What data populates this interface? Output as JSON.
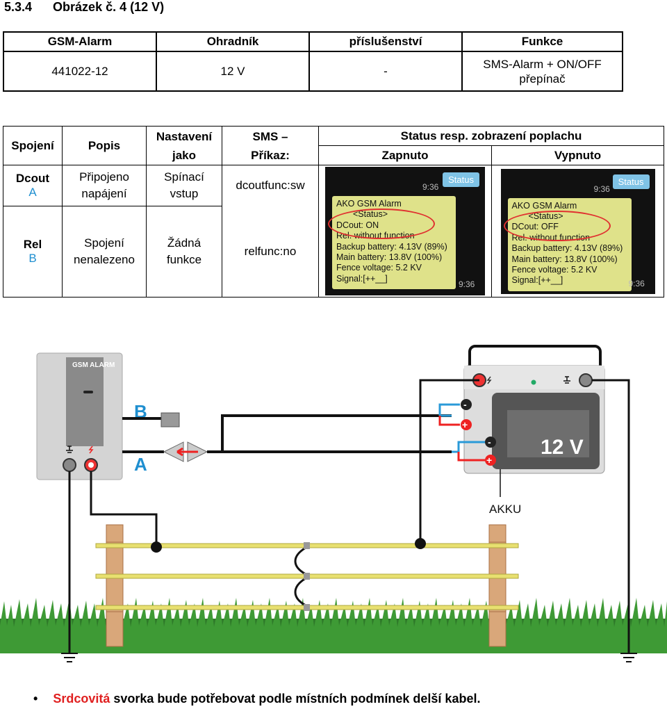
{
  "section": {
    "number": "5.3.4",
    "title": "Obrázek č. 4 (12 V)"
  },
  "table1": {
    "headers": [
      "GSM-Alarm",
      "Ohradník",
      "příslušenství",
      "Funkce"
    ],
    "row": [
      "441022-12",
      "12 V",
      "-",
      "SMS-Alarm + ON/OFF přepínač"
    ]
  },
  "table2": {
    "headers": {
      "spojeni": "Spojení",
      "popis": "Popis",
      "nastaveni": "Nastavení jako",
      "sms": "SMS – Příkaz:",
      "status": "Status resp. zobrazení poplachu",
      "zapnuto": "Zapnuto",
      "vypnuto": "Vypnuto"
    },
    "rows": [
      {
        "spojeni": "Dcout",
        "letter": "A",
        "popis": "Připojeno napájení",
        "nastaveni": "Spínací vstup",
        "sms": "dcoutfunc:sw"
      },
      {
        "spojeni": "Rel",
        "letter": "B",
        "popis": "Spojení nenalezeno",
        "nastaveni": "Žádná funkce",
        "sms": "relfunc:no"
      }
    ],
    "phone_on": {
      "button": "Status",
      "time1": "9:36",
      "time2": "9:36",
      "lines": [
        "AKO GSM Alarm",
        "<Status>",
        "DCout: ON",
        "Rel. without function",
        "Backup battery: 4.13V (89%)",
        "Main battery: 13.8V (100%)",
        "Fence voltage: 5.2 KV",
        "Signal:[++__]"
      ]
    },
    "phone_off": {
      "button": "Status",
      "time1": "9:36",
      "time2": "9:36",
      "lines": [
        "AKO GSM Alarm",
        "<Status>",
        "DCout: OFF",
        "Rel. without function",
        "Backup battery: 4.13V (89%)",
        "Main battery: 13.8V (100%)",
        "Fence voltage: 5.2 KV",
        "Signal:[++__]"
      ]
    }
  },
  "diagram": {
    "device_label": "GSM ALARM",
    "label_b": "B",
    "label_a": "A",
    "battery_voltage": "12 V",
    "battery_label": "AKKU",
    "minus": "-",
    "plus": "+"
  },
  "note": {
    "red": "Srdcovitá",
    "rest": " svorka bude potřebovat podle místních podmínek delší kabel."
  },
  "colors": {
    "accent_blue": "#1f8fd0",
    "alarm_red": "#e02020",
    "fence_yellow": "#e8e070"
  }
}
